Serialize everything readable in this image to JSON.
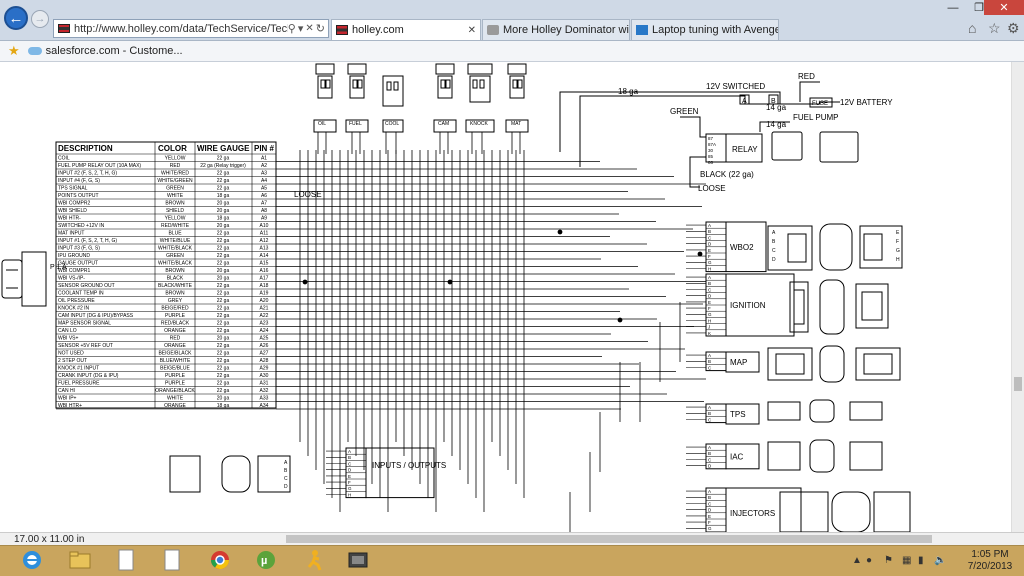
{
  "browser": {
    "address_url": "http://www.holley.com/data/TechService/Technical/1",
    "tabs": [
      {
        "label": "holley.com",
        "active": true
      },
      {
        "label": "More Holley Dominator wiring...",
        "active": false
      },
      {
        "label": "Laptop tuning with Avenger 2...",
        "active": false
      }
    ],
    "favorites": [
      {
        "label": "salesforce.com - Custome..."
      }
    ],
    "status_text": "17.00 x 11.00 in",
    "colors": {
      "back_button": "#2a6fc7",
      "close_button": "#c9463d",
      "taskbar": "#c9a55e"
    }
  },
  "diagram": {
    "table_headers": [
      "DESCRIPTION",
      "COLOR",
      "WIRE GAUGE",
      "PIN #"
    ],
    "table_rows": [
      [
        "COIL",
        "YELLOW",
        "22 ga",
        "A1"
      ],
      [
        "FUEL PUMP RELAY OUT (10A MAX)",
        "RED",
        "22 ga (Relay trigger)",
        "A2"
      ],
      [
        "INPUT #2 (F, S, 2, T, H, G)",
        "WHITE/RED",
        "22 ga",
        "A3"
      ],
      [
        "INPUT #4 (F, G, S)",
        "WHITE/GREEN",
        "22 ga",
        "A4"
      ],
      [
        "TPS SIGNAL",
        "GREEN",
        "22 ga",
        "A5"
      ],
      [
        "POINTS OUTPUT",
        "WHITE",
        "18 ga",
        "A6"
      ],
      [
        "WBI COMPR2",
        "BROWN",
        "20 ga",
        "A7"
      ],
      [
        "WBI SHIELD",
        "SHIELD",
        "20 ga",
        "A8"
      ],
      [
        "WBI HTR-",
        "YELLOW",
        "18 ga",
        "A9"
      ],
      [
        "SWITCHED +12V IN",
        "RED/WHITE",
        "20 ga",
        "A10"
      ],
      [
        "MAT INPUT",
        "BLUE",
        "22 ga",
        "A11"
      ],
      [
        "INPUT #1 (F, S, 2, T, H, G)",
        "WHITE/BLUE",
        "22 ga",
        "A12"
      ],
      [
        "INPUT #3 (F, G, S)",
        "WHITE/BLACK",
        "22 ga",
        "A13"
      ],
      [
        "IPU GROUND",
        "GREEN",
        "22 ga",
        "A14"
      ],
      [
        "GAUGE OUTPUT",
        "WHITE/BLACK",
        "22 ga",
        "A15"
      ],
      [
        "WBI COMPR1",
        "BROWN",
        "20 ga",
        "A16"
      ],
      [
        "WBI VS-/IP-",
        "BLACK",
        "20 ga",
        "A17"
      ],
      [
        "SENSOR GROUND OUT",
        "BLACK/WHITE",
        "22 ga",
        "A18"
      ],
      [
        "COOLANT TEMP IN",
        "BROWN",
        "22 ga",
        "A19"
      ],
      [
        "OIL PRESSURE",
        "GREY",
        "22 ga",
        "A20"
      ],
      [
        "KNOCK #2 IN",
        "BEIGE/RED",
        "22 ga",
        "A21"
      ],
      [
        "CAM INPUT (DG & IPU)/BYPASS",
        "PURPLE",
        "22 ga",
        "A22"
      ],
      [
        "MAP SENSOR SIGNAL",
        "RED/BLACK",
        "22 ga",
        "A23"
      ],
      [
        "CAN LO",
        "ORANGE",
        "22 ga",
        "A24"
      ],
      [
        "WBI VS+",
        "RED",
        "20 ga",
        "A25"
      ],
      [
        "SENSOR +5V REF OUT",
        "ORANGE",
        "22 ga",
        "A26"
      ],
      [
        "NOT USED",
        "BEIGE/BLACK",
        "22 ga",
        "A27"
      ],
      [
        "2 STEP OUT",
        "BLUE/WHITE",
        "22 ga",
        "A28"
      ],
      [
        "KNOCK #1 INPUT",
        "BEIGE/BLUE",
        "22 ga",
        "A29"
      ],
      [
        "CRANK INPUT (DG & IPU)",
        "PURPLE",
        "22 ga",
        "A30"
      ],
      [
        "FUEL PRESSURE",
        "PURPLE",
        "22 ga",
        "A31"
      ],
      [
        "CAN HI",
        "ORANGE/BLACK",
        "22 ga",
        "A32"
      ],
      [
        "WBI IP+",
        "WHITE",
        "20 ga",
        "A33"
      ],
      [
        "WBI HTR+",
        "ORANGE",
        "18 ga",
        "A34"
      ]
    ],
    "connector_p1_label": "P 1 A",
    "top_connector_tags": [
      "OIL",
      "FUEL",
      "COOL",
      "CAM",
      "KNOCK",
      "MAT"
    ],
    "labels": {
      "ga18": "18 ga",
      "switched": "12V SWITCHED",
      "red": "RED",
      "fuse": "FUSE",
      "battery": "12V BATTERY",
      "ga14a": "14 ga",
      "ga14b": "14 ga",
      "green": "GREEN",
      "fuel_pump": "FUEL PUMP",
      "relay": "RELAY",
      "black": "BLACK (22 ga)",
      "loose1": "LOOSE",
      "loose2": "LOOSE",
      "tag_a": "A",
      "tag_b": "B"
    },
    "relay_pins": [
      "87",
      "87A",
      "30",
      "85",
      "86"
    ],
    "modules": [
      {
        "name": "WBO2",
        "pins": [
          "A",
          "B",
          "C",
          "D",
          "E",
          "F",
          "G",
          "H"
        ]
      },
      {
        "name": "IGNITION",
        "pins": [
          "A",
          "B",
          "C",
          "D",
          "E",
          "F",
          "G",
          "H",
          "J",
          "K"
        ]
      },
      {
        "name": "MAP",
        "pins": [
          "A",
          "B",
          "C"
        ]
      },
      {
        "name": "TPS",
        "pins": [
          "A",
          "B",
          "C"
        ]
      },
      {
        "name": "IAC",
        "pins": [
          "A",
          "B",
          "C",
          "D"
        ]
      },
      {
        "name": "INJECTORS",
        "pins": [
          "A",
          "B",
          "C",
          "D",
          "E",
          "F",
          "G",
          "H"
        ]
      },
      {
        "name": "INPUTS / OUTPUTS",
        "pins": [
          "A",
          "B",
          "C",
          "D",
          "E",
          "F",
          "G",
          "H"
        ]
      }
    ],
    "wbo2_connector_pins": [
      "A",
      "B",
      "C",
      "D",
      "E",
      "F",
      "G",
      "H"
    ],
    "io_connector_pins": [
      "A",
      "B",
      "C",
      "D"
    ]
  },
  "taskbar": {
    "time": "1:05 PM",
    "date": "7/20/2013"
  }
}
